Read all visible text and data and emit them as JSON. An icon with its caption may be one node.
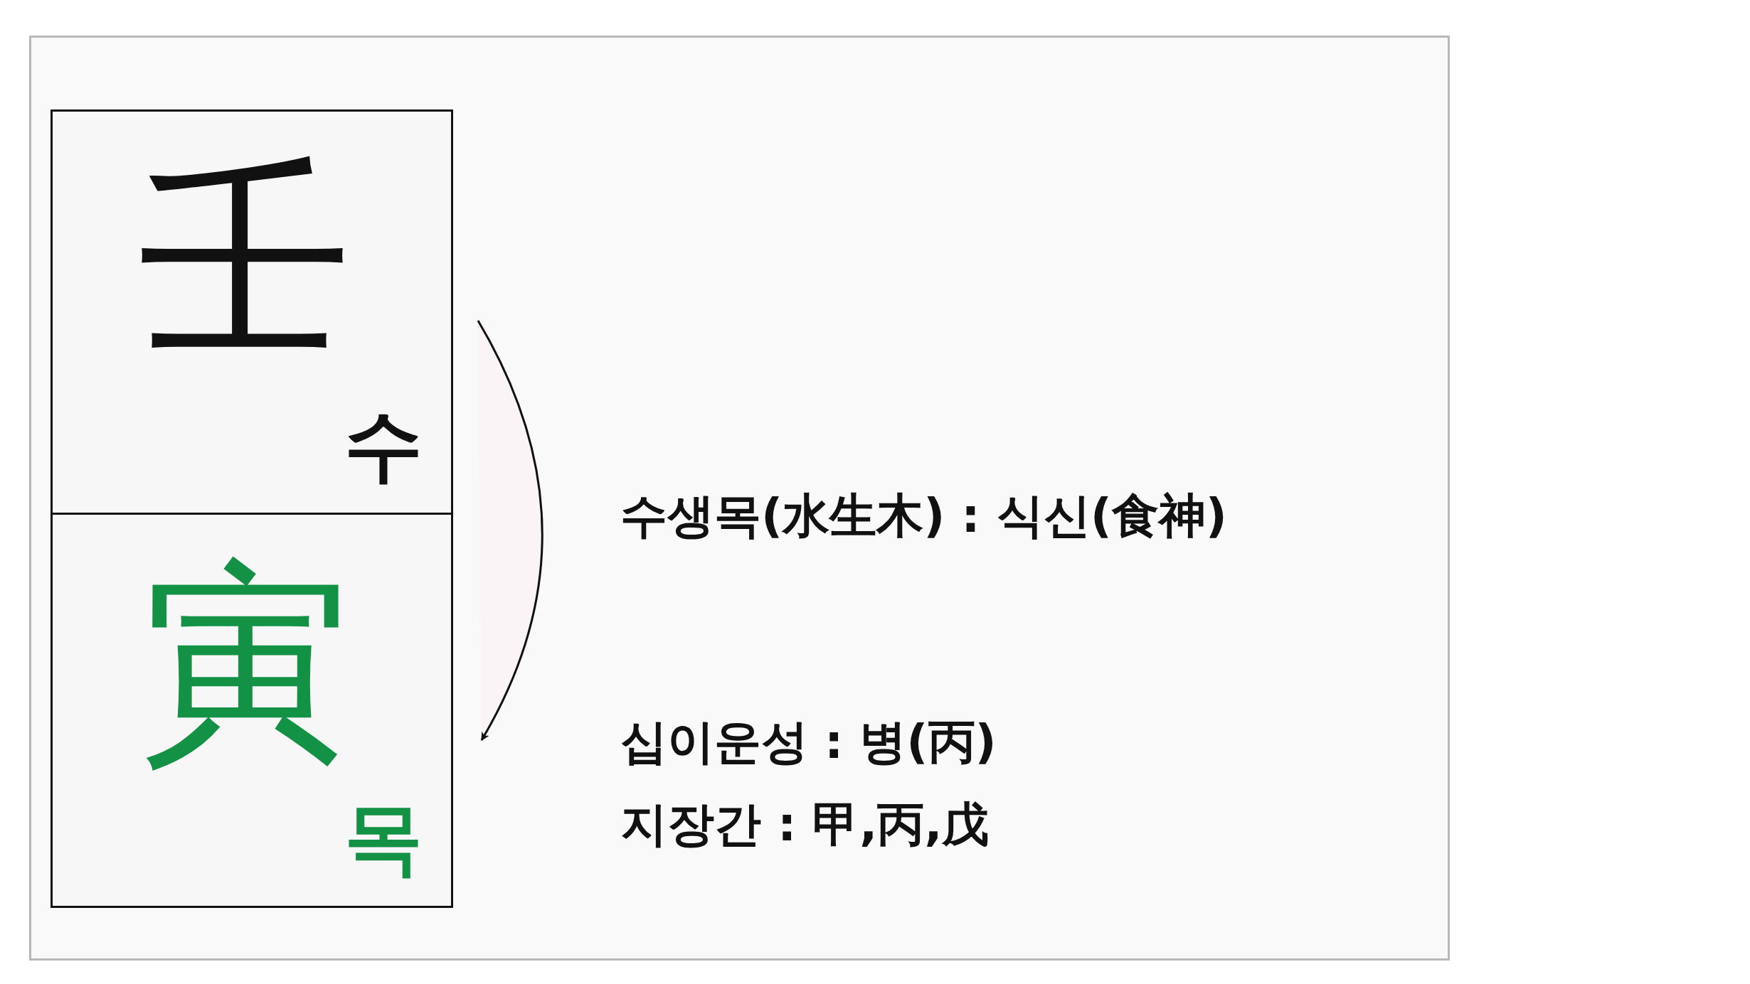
{
  "diagram": {
    "nodes": [
      {
        "text": [
          "壬",
          "수"
        ]
      },
      {
        "text": [
          "寅",
          "목"
        ]
      }
    ],
    "edges": [
      {
        "from": 0,
        "to": 1,
        "arrow": "to"
      }
    ],
    "labels": [
      "수생목(水生木) : 식신(食神)",
      "십이운성 : 병(丙)",
      "지장간 : 甲,丙,戊"
    ]
  }
}
